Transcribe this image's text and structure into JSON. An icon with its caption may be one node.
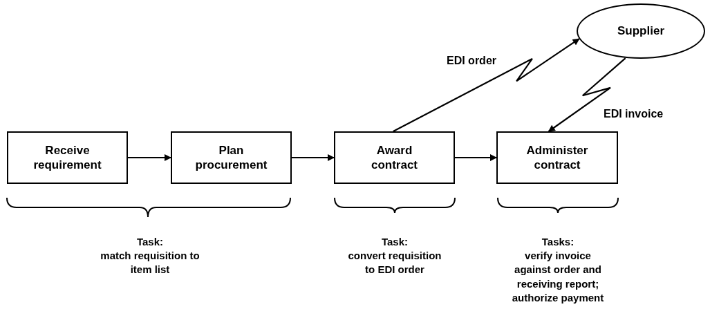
{
  "diagram": {
    "nodes": [
      {
        "text": [
          "Receive requirement"
        ]
      },
      {
        "text": [
          "Plan procurement"
        ]
      },
      {
        "text": [
          "Award contract"
        ]
      },
      {
        "text": [
          "Administer contract"
        ]
      },
      {
        "text": [
          "Supplier"
        ]
      }
    ],
    "edges": [
      {
        "from": 0,
        "to": 1,
        "arrow": "to"
      },
      {
        "from": 1,
        "to": 2,
        "arrow": "to"
      },
      {
        "from": 2,
        "to": 3,
        "arrow": "to"
      },
      {
        "from": 2,
        "to": 4,
        "arrow": "to",
        "label": "EDI order"
      },
      {
        "from": 4,
        "to": 3,
        "arrow": "to",
        "label": "EDI invoice"
      }
    ],
    "labels": [
      "Task:",
      "match requisition to item list",
      "Task:",
      "convert requisition to EDI order",
      "Tasks:",
      "verify invoice against order and receiving report; authorize payment"
    ]
  }
}
